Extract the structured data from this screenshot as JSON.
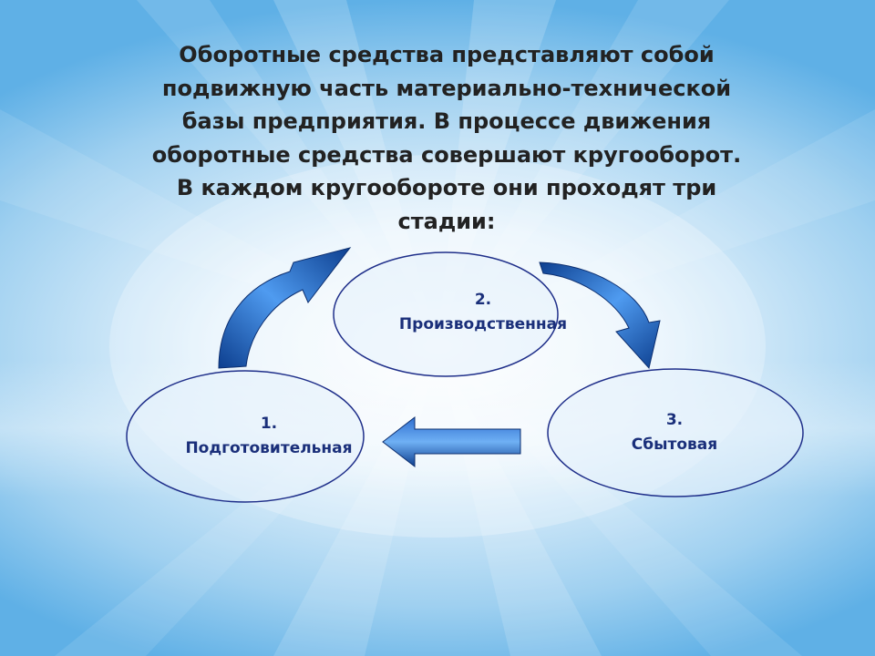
{
  "heading": {
    "lines": [
      "Оборотные средства представляют собой",
      "подвижную часть материально-технической",
      "базы предприятия. В процессе движения",
      "оборотные средства совершают кругооборот.",
      "В каждом кругообороте они проходят три",
      "стадии:"
    ]
  },
  "stages": [
    {
      "number": "1.",
      "name": "Подготовительная"
    },
    {
      "number": "2.",
      "name": "Производственная"
    },
    {
      "number": "3.",
      "name": "Сбытовая"
    }
  ],
  "colors": {
    "ellipse_stroke": "#1f2f8a",
    "arrow_dark": "#0d3f8f",
    "arrow_light": "#4f9bf0",
    "text": "#1a2f7a"
  },
  "icons": {
    "arrow_1_to_2": "curved-arrow-icon",
    "arrow_2_to_3": "curved-arrow-icon",
    "arrow_3_to_1": "left-arrow-icon"
  }
}
